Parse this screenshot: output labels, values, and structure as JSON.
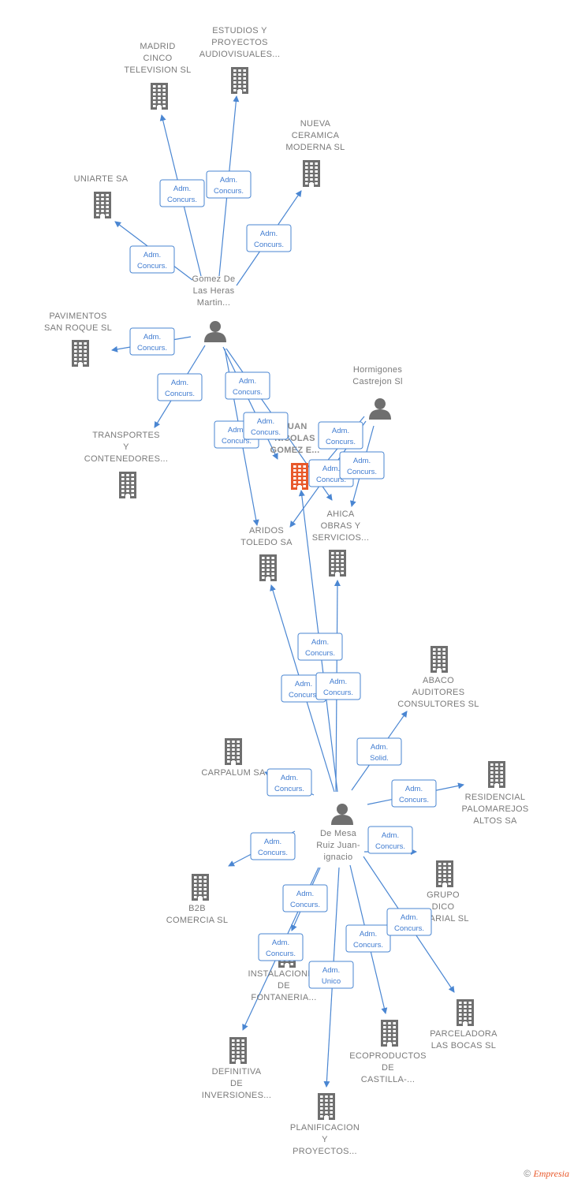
{
  "nodes": [
    {
      "id": "madrid",
      "type": "company",
      "lines": [
        "MADRID",
        "CINCO",
        "TELEVISION SL"
      ]
    },
    {
      "id": "estudios",
      "type": "company",
      "lines": [
        "ESTUDIOS Y",
        "PROYECTOS",
        "AUDIOVISUALES..."
      ]
    },
    {
      "id": "nueva",
      "type": "company",
      "lines": [
        "NUEVA",
        "CERAMICA",
        "MODERNA SL"
      ]
    },
    {
      "id": "uniarte",
      "type": "company",
      "lines": [
        "UNIARTE SA"
      ]
    },
    {
      "id": "pavimentos",
      "type": "company",
      "lines": [
        "PAVIMENTOS",
        "SAN ROQUE SL"
      ]
    },
    {
      "id": "transportes",
      "type": "company",
      "lines": [
        "TRANSPORTES",
        "Y",
        "CONTENEDORES..."
      ]
    },
    {
      "id": "gomezdelas",
      "type": "person",
      "lines": [
        "Gomez De",
        "Las Heras",
        "Martin..."
      ]
    },
    {
      "id": "hormigones",
      "type": "person",
      "lines": [
        "Hormigones",
        "Castrejon Sl"
      ]
    },
    {
      "id": "juan",
      "type": "company",
      "focus": true,
      "lines": [
        "JUAN",
        "NICOLAS",
        "GOMEZ E..."
      ]
    },
    {
      "id": "aridos",
      "type": "company",
      "lines": [
        "ARIDOS",
        "TOLEDO SA"
      ]
    },
    {
      "id": "ahica",
      "type": "company",
      "lines": [
        "AHICA",
        "OBRAS Y",
        "SERVICIOS..."
      ]
    },
    {
      "id": "abaco",
      "type": "company",
      "lines": [
        "ABACO",
        "AUDITORES",
        "CONSULTORES SL"
      ]
    },
    {
      "id": "carpalum",
      "type": "company",
      "lines": [
        "CARPALUM SA"
      ]
    },
    {
      "id": "residencial",
      "type": "company",
      "lines": [
        "RESIDENCIAL",
        "PALOMAREJOS",
        "ALTOS SA"
      ]
    },
    {
      "id": "demesa",
      "type": "person",
      "lines": [
        "De Mesa",
        "Ruiz Juan-",
        "ignacio"
      ]
    },
    {
      "id": "b2b",
      "type": "company",
      "lines": [
        "B2B",
        "COMERCIA SL"
      ]
    },
    {
      "id": "grupo",
      "type": "company",
      "lines": [
        "GRUPO",
        "DICO",
        "ESARIAL SL"
      ]
    },
    {
      "id": "instalaciones",
      "type": "company",
      "lines": [
        "INSTALACIONES",
        "DE",
        "FONTANERIA..."
      ]
    },
    {
      "id": "parceladora",
      "type": "company",
      "lines": [
        "PARCELADORA",
        "LAS BOCAS SL"
      ]
    },
    {
      "id": "ecoproductos",
      "type": "company",
      "lines": [
        "ECOPRODUCTOS",
        "DE",
        "CASTILLA-..."
      ]
    },
    {
      "id": "definitiva",
      "type": "company",
      "lines": [
        "DEFINITIVA",
        "DE",
        "INVERSIONES..."
      ]
    },
    {
      "id": "planificacion",
      "type": "company",
      "lines": [
        "PLANIFICACION",
        "Y",
        "PROYECTOS..."
      ]
    }
  ],
  "edges": [
    {
      "from": "gomezdelas",
      "to": "madrid",
      "label": [
        "Adm.",
        "Concurs."
      ]
    },
    {
      "from": "gomezdelas",
      "to": "estudios",
      "label": [
        "Adm.",
        "Concurs."
      ]
    },
    {
      "from": "gomezdelas",
      "to": "nueva",
      "label": [
        "Adm.",
        "Concurs."
      ]
    },
    {
      "from": "gomezdelas",
      "to": "uniarte",
      "label": [
        "Adm.",
        "Concurs."
      ]
    },
    {
      "from": "gomezdelas",
      "to": "pavimentos",
      "label": [
        "Adm.",
        "Concurs."
      ]
    },
    {
      "from": "gomezdelas",
      "to": "transportes",
      "label": [
        "Adm.",
        "Concurs."
      ]
    },
    {
      "from": "gomezdelas",
      "to": "juan",
      "label": [
        "Adm.",
        "Concurs."
      ]
    },
    {
      "from": "gomezdelas",
      "to": "aridos",
      "label": [
        "Adm.",
        "Concurs."
      ]
    },
    {
      "from": "gomezdelas",
      "to": "ahica",
      "label": [
        "Adm.",
        "Concurs."
      ]
    },
    {
      "from": "hormigones",
      "to": "juan",
      "label": [
        "Adm.",
        "Concurs."
      ]
    },
    {
      "from": "hormigones",
      "to": "aridos",
      "label": [
        "Adm.",
        "Concurs."
      ]
    },
    {
      "from": "hormigones",
      "to": "ahica",
      "label": [
        "Adm.",
        "Concurs."
      ]
    },
    {
      "from": "demesa",
      "to": "juan",
      "label": [
        "Adm.",
        "Concurs."
      ]
    },
    {
      "from": "demesa",
      "to": "aridos",
      "label": [
        "Adm.",
        "Concurs."
      ]
    },
    {
      "from": "demesa",
      "to": "ahica",
      "label": [
        "Adm.",
        "Concurs."
      ]
    },
    {
      "from": "demesa",
      "to": "abaco",
      "label": [
        "Adm.",
        "Solid."
      ]
    },
    {
      "from": "demesa",
      "to": "carpalum",
      "label": [
        "Adm.",
        "Concurs."
      ]
    },
    {
      "from": "demesa",
      "to": "residencial",
      "label": [
        "Adm.",
        "Concurs."
      ]
    },
    {
      "from": "demesa",
      "to": "b2b",
      "label": [
        "Adm.",
        "Concurs."
      ]
    },
    {
      "from": "demesa",
      "to": "grupo",
      "label": [
        "Adm.",
        "Concurs."
      ]
    },
    {
      "from": "demesa",
      "to": "instalaciones",
      "label": [
        "Adm.",
        "Concurs."
      ]
    },
    {
      "from": "demesa",
      "to": "definitiva",
      "label": [
        "Adm.",
        "Concurs."
      ]
    },
    {
      "from": "demesa",
      "to": "ecoproductos",
      "label": [
        "Adm.",
        "Concurs."
      ]
    },
    {
      "from": "demesa",
      "to": "parceladora",
      "label": [
        "Adm.",
        "Concurs."
      ]
    },
    {
      "from": "demesa",
      "to": "planificacion",
      "label": [
        "Adm.",
        "Unico"
      ]
    }
  ],
  "footer": {
    "copyright": "©",
    "brand": "Empresia"
  }
}
